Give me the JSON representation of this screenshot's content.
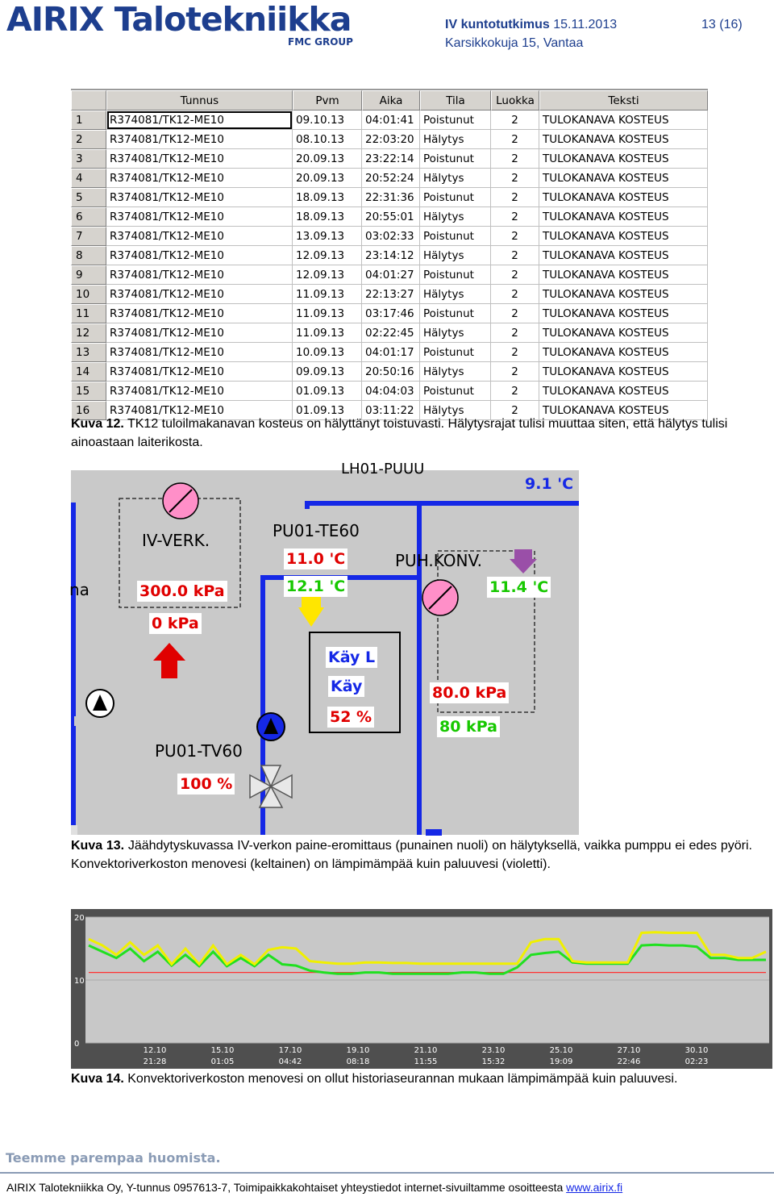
{
  "header": {
    "logo": "AIRIX Talotekniikka",
    "logo_sub": "FMC GROUP",
    "title": "IV kuntotutkimus",
    "date": "15.11.2013",
    "address": "Karsikkokuja 15, Vantaa",
    "page": "13 (16)"
  },
  "alarm_table": {
    "columns": [
      "Tunnus",
      "Pvm",
      "Aika",
      "Tila",
      "Luokka",
      "Teksti"
    ],
    "rows": [
      [
        "1",
        "R374081/TK12-ME10",
        "09.10.13",
        "04:01:41",
        "Poistunut",
        "2",
        "TULOKANAVA KOSTEUS"
      ],
      [
        "2",
        "R374081/TK12-ME10",
        "08.10.13",
        "22:03:20",
        "Hälytys",
        "2",
        "TULOKANAVA KOSTEUS"
      ],
      [
        "3",
        "R374081/TK12-ME10",
        "20.09.13",
        "23:22:14",
        "Poistunut",
        "2",
        "TULOKANAVA KOSTEUS"
      ],
      [
        "4",
        "R374081/TK12-ME10",
        "20.09.13",
        "20:52:24",
        "Hälytys",
        "2",
        "TULOKANAVA KOSTEUS"
      ],
      [
        "5",
        "R374081/TK12-ME10",
        "18.09.13",
        "22:31:36",
        "Poistunut",
        "2",
        "TULOKANAVA KOSTEUS"
      ],
      [
        "6",
        "R374081/TK12-ME10",
        "18.09.13",
        "20:55:01",
        "Hälytys",
        "2",
        "TULOKANAVA KOSTEUS"
      ],
      [
        "7",
        "R374081/TK12-ME10",
        "13.09.13",
        "03:02:33",
        "Poistunut",
        "2",
        "TULOKANAVA KOSTEUS"
      ],
      [
        "8",
        "R374081/TK12-ME10",
        "12.09.13",
        "23:14:12",
        "Hälytys",
        "2",
        "TULOKANAVA KOSTEUS"
      ],
      [
        "9",
        "R374081/TK12-ME10",
        "12.09.13",
        "04:01:27",
        "Poistunut",
        "2",
        "TULOKANAVA KOSTEUS"
      ],
      [
        "10",
        "R374081/TK12-ME10",
        "11.09.13",
        "22:13:27",
        "Hälytys",
        "2",
        "TULOKANAVA KOSTEUS"
      ],
      [
        "11",
        "R374081/TK12-ME10",
        "11.09.13",
        "03:17:46",
        "Poistunut",
        "2",
        "TULOKANAVA KOSTEUS"
      ],
      [
        "12",
        "R374081/TK12-ME10",
        "11.09.13",
        "02:22:45",
        "Hälytys",
        "2",
        "TULOKANAVA KOSTEUS"
      ],
      [
        "13",
        "R374081/TK12-ME10",
        "10.09.13",
        "04:01:17",
        "Poistunut",
        "2",
        "TULOKANAVA KOSTEUS"
      ],
      [
        "14",
        "R374081/TK12-ME10",
        "09.09.13",
        "20:50:16",
        "Hälytys",
        "2",
        "TULOKANAVA KOSTEUS"
      ],
      [
        "15",
        "R374081/TK12-ME10",
        "01.09.13",
        "04:04:03",
        "Poistunut",
        "2",
        "TULOKANAVA KOSTEUS"
      ],
      [
        "16",
        "R374081/TK12-ME10",
        "01.09.13",
        "03:11:22",
        "Hälytys",
        "2",
        "TULOKANAVA KOSTEUS"
      ]
    ]
  },
  "caption12": {
    "label": "Kuva 12.",
    "text": " TK12 tuloilmakanavan kosteus on hälyttänyt toistuvasti. Hälytysrajat tulisi muuttaa siten, että hälytys tulisi ainoastaan laiterikosta."
  },
  "scada": {
    "top_temp": "9.1 'C",
    "iv_verk": "IV-VERK.",
    "p1": "300.0 kPa",
    "p2": "0 kPa",
    "pu01_te60": "PU01-TE60",
    "t_sup_set": "11.0 'C",
    "t_sup": "12.1 'C",
    "puh_konv": "PUH.KONV.",
    "t_ret": "11.4 'C",
    "kay_l": "Käy L",
    "kay": "Käy",
    "pct": "52 %",
    "p3": "80.0 kPa",
    "p4": "80 kPa",
    "pu01_tv60": "PU01-TV60",
    "valve": "100 %",
    "left_frag": "na",
    "top_frag": "LH01-PUUU"
  },
  "caption13": {
    "label": "Kuva 13.",
    "text": " Jäähdytyskuvassa IV-verkon paine-eromittaus (punainen nuoli) on hälytyksellä, vaikka pumppu ei edes pyöri. Konvektoriverkoston menovesi (keltainen) on lämpimämpää kuin paluuvesi (violetti)."
  },
  "chart_data": {
    "type": "line",
    "ylim": [
      0,
      20
    ],
    "yticks": [
      "20",
      "10",
      "0"
    ],
    "xticks": [
      [
        "12.10",
        "21:28"
      ],
      [
        "15.10",
        "01:05"
      ],
      [
        "17.10",
        "04:42"
      ],
      [
        "19.10",
        "08:18"
      ],
      [
        "21.10",
        "11:55"
      ],
      [
        "23.10",
        "15:32"
      ],
      [
        "25.10",
        "19:09"
      ],
      [
        "27.10",
        "22:46"
      ],
      [
        "30.10",
        "02:23"
      ]
    ],
    "series": [
      {
        "color": "#f0f000",
        "values": [
          16.5,
          15.5,
          14,
          16,
          14,
          15.5,
          12.5,
          15,
          12.5,
          15.5,
          12.5,
          14,
          12.5,
          14.8,
          15.2,
          15,
          13,
          12.8,
          12.6,
          12.6,
          12.8,
          12.8,
          12.7,
          12.7,
          12.6,
          12.6,
          12.6,
          12.6,
          12.6,
          12.6,
          12.6,
          12.6,
          16,
          16.5,
          16.5,
          13,
          12.8,
          12.8,
          12.8,
          12.8,
          17.5,
          17.6,
          17.5,
          17.5,
          17.5,
          14,
          14,
          13.5,
          13.5,
          14.5
        ]
      },
      {
        "color": "#20e020",
        "values": [
          15.5,
          14.5,
          13.5,
          15,
          13,
          14.5,
          12.3,
          14,
          12.2,
          14.5,
          12.2,
          13.5,
          12.2,
          14,
          12.5,
          12.3,
          11.5,
          11.2,
          11,
          11,
          11.2,
          11.2,
          11,
          11,
          11,
          11,
          11,
          11.2,
          11.2,
          11,
          11,
          12,
          14,
          14.3,
          14.5,
          12.8,
          12.6,
          12.6,
          12.6,
          12.6,
          15.5,
          15.6,
          15.5,
          15.5,
          15.3,
          13.5,
          13.5,
          13.2,
          13.2,
          13.2
        ]
      },
      {
        "color": "#ff3030",
        "values": [
          11.2,
          11.2,
          11.2,
          11.2,
          11.2,
          11.2,
          11.2,
          11.2,
          11.2,
          11.2,
          11.2,
          11.2,
          11.2,
          11.2,
          11.2,
          11.2,
          11.2,
          11.2,
          11.2,
          11.2,
          11.2,
          11.2,
          11.2,
          11.2,
          11.2,
          11.2,
          11.2,
          11.2,
          11.2,
          11.2,
          11.2,
          11.2,
          11.2,
          11.2,
          11.2,
          11.2,
          11.2,
          11.2,
          11.2,
          11.2,
          11.2,
          11.2,
          11.2,
          11.2,
          11.2,
          11.2,
          11.2,
          11.2,
          11.2,
          11.2
        ]
      }
    ]
  },
  "caption14": {
    "label": "Kuva 14.",
    "text": " Konvektoriverkoston menovesi on ollut historiaseurannan mukaan lämpimämpää kuin paluuvesi."
  },
  "footer": {
    "slogan": "Teemme parempaa huomista.",
    "text": "AIRIX Talotekniikka Oy, Y-tunnus 0957613-7, Toimipaikkakohtaiset yhteystiedot internet-sivuiltamme osoitteesta ",
    "link": "www.airix.fi"
  }
}
